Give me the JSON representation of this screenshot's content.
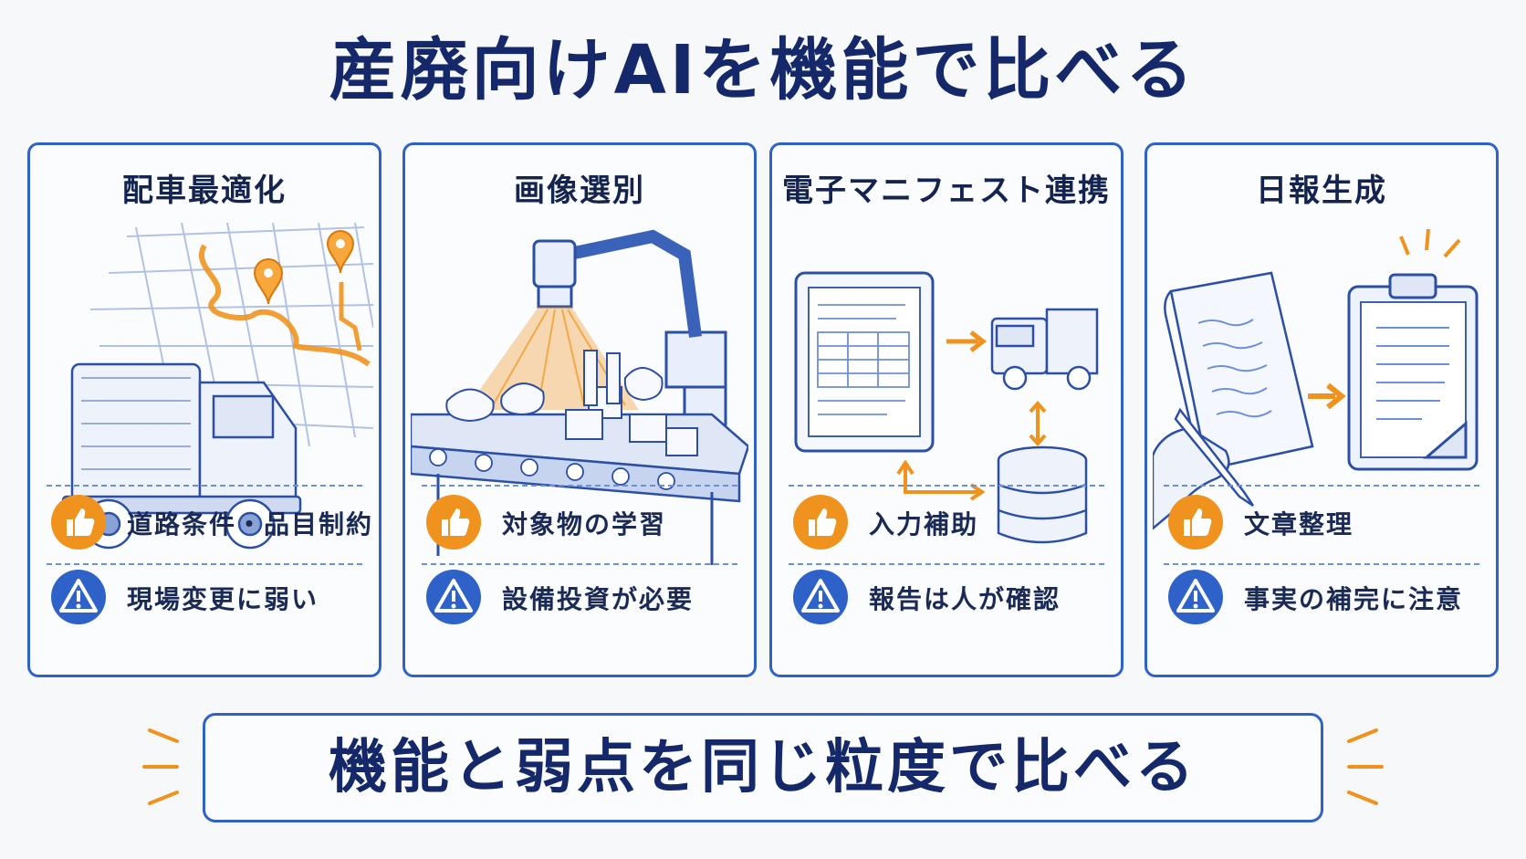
{
  "title": "産廃向けAIを機能で比べる",
  "cards": [
    {
      "title": "配車最適化",
      "pro": "道路条件・品目制約",
      "con": "現場変更に弱い"
    },
    {
      "title": "画像選別",
      "pro": "対象物の学習",
      "con": "設備投資が必要"
    },
    {
      "title": "電子マニフェスト連携",
      "pro": "入力補助",
      "con": "報告は人が確認"
    },
    {
      "title": "日報生成",
      "pro": "文章整理",
      "con": "事実の補完に注意"
    }
  ],
  "banner": "機能と弱点を同じ粒度で比べる",
  "colors": {
    "accent_blue": "#2f62c8",
    "accent_orange": "#f0931e",
    "text_navy": "#15296a"
  },
  "icons": {
    "pro": "thumbs-up-icon",
    "con": "warning-icon"
  }
}
